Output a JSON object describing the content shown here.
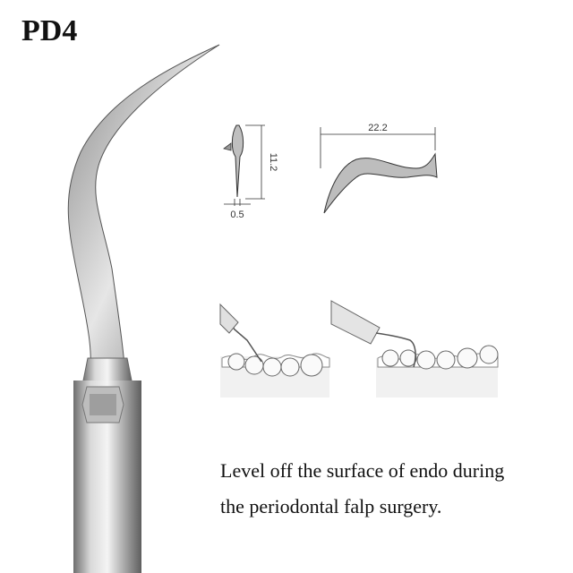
{
  "title": "PD4",
  "dimensions": {
    "tip_width": "0.5",
    "tip_height": "11.2",
    "tip_length": "22.2"
  },
  "description": {
    "line1": "Level off the surface of endo during",
    "line2": "the periodontal falp surgery."
  }
}
